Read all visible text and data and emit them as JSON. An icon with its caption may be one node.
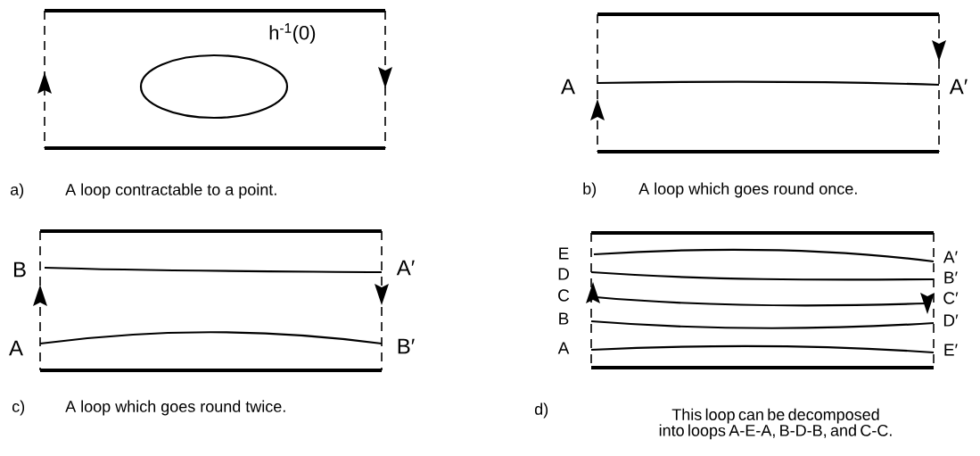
{
  "diagram": {
    "labels": [
      "h$^{-1}$(0)",
      "A",
      "A′",
      "a)",
      "A loop contractable to a point.",
      "b)",
      "A loop which goes round once.",
      "B",
      "A′",
      "A",
      "B′",
      "E",
      "A′",
      "D",
      "B′",
      "C",
      "C′",
      "B",
      "D′",
      "A",
      "E′",
      "c)",
      "A loop which goes round twice.",
      "d)",
      "This loop can be decomposed into loops A-E-A, B-D-B, and C-C."
    ]
  }
}
